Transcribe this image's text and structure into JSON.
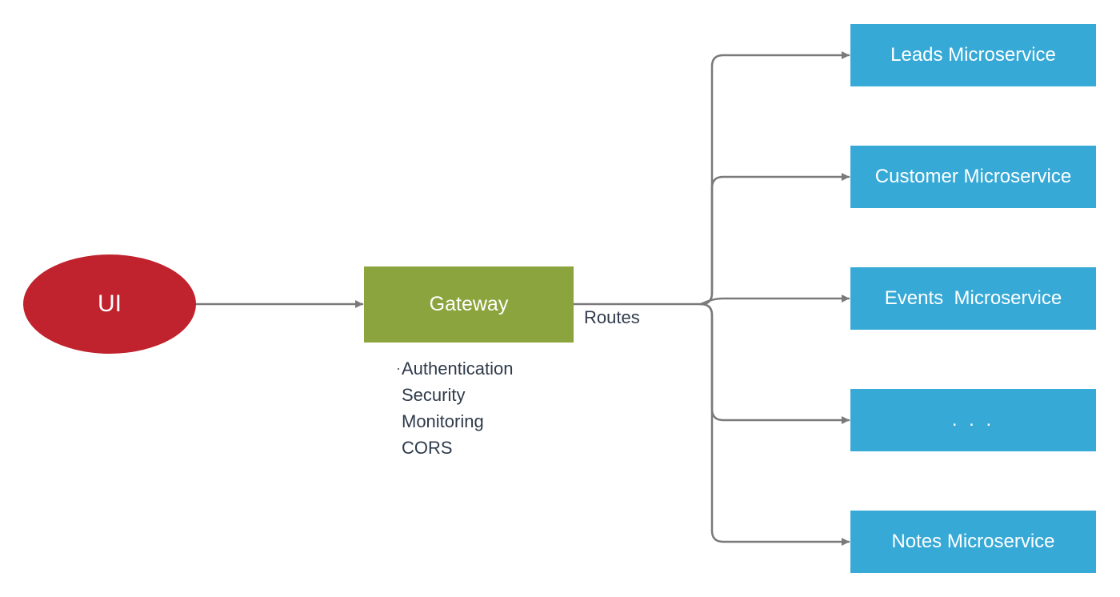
{
  "colors": {
    "ui_node": "#c0232e",
    "gateway_node": "#8ba43d",
    "microservice_node": "#36a9d6",
    "connector": "#7a7a7a",
    "label_text": "#2f3a4a"
  },
  "nodes": {
    "ui": {
      "label": "UI"
    },
    "gateway": {
      "label": "Gateway"
    },
    "microservices": [
      {
        "label": "Leads Microservice"
      },
      {
        "label": "Customer Microservice"
      },
      {
        "label": "Events  Microservice"
      },
      {
        "label": ". . ."
      },
      {
        "label": "Notes Microservice"
      }
    ]
  },
  "edge_labels": {
    "routes": "Routes"
  },
  "gateway_features": [
    "Authentication",
    "Security",
    "Monitoring",
    "CORS"
  ]
}
